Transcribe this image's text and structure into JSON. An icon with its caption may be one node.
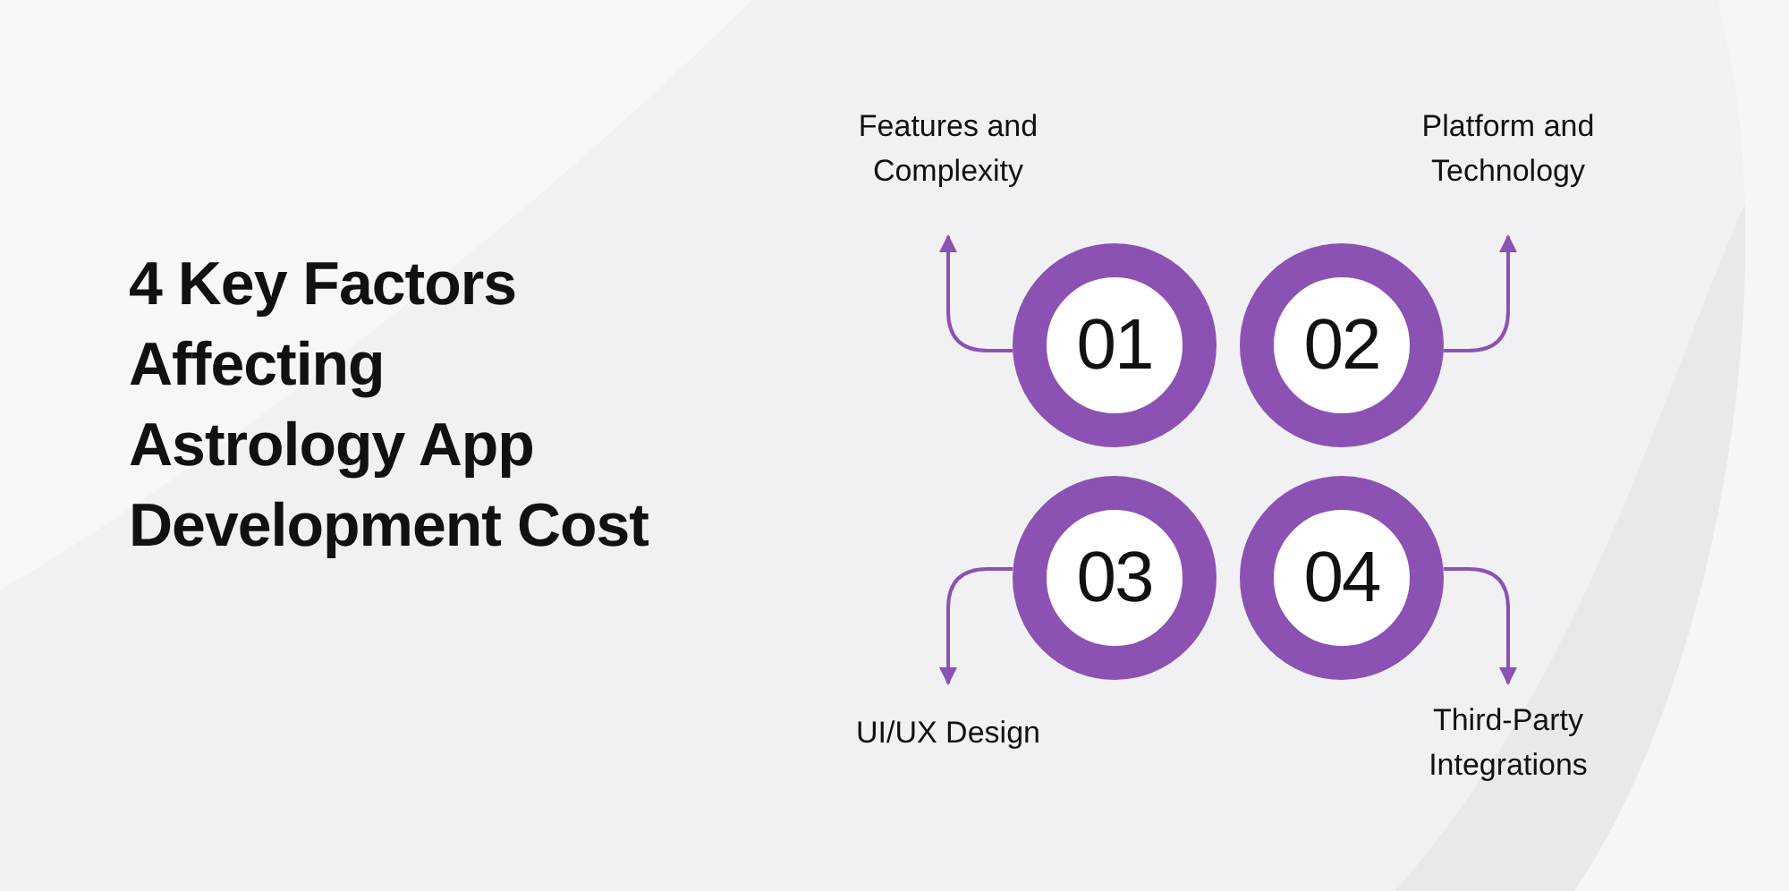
{
  "diagram": {
    "title": "4 Key Factors Affecting Astrology App Development Cost",
    "nodes": [
      {
        "text": [
          "01"
        ]
      },
      {
        "text": [
          "02"
        ]
      },
      {
        "text": [
          "03"
        ]
      },
      {
        "text": [
          "04"
        ]
      },
      {
        "text": [
          "Features and Complexity"
        ]
      },
      {
        "text": [
          "Platform and Technology"
        ]
      },
      {
        "text": [
          "UI/UX Design"
        ]
      },
      {
        "text": [
          "Third-Party Integrations"
        ]
      }
    ],
    "edges": [
      {
        "from": 0,
        "to": 4,
        "arrow": "to"
      },
      {
        "from": 1,
        "to": 5,
        "arrow": "to"
      },
      {
        "from": 2,
        "to": 6,
        "arrow": "to"
      },
      {
        "from": 3,
        "to": 7,
        "arrow": "to"
      }
    ]
  }
}
